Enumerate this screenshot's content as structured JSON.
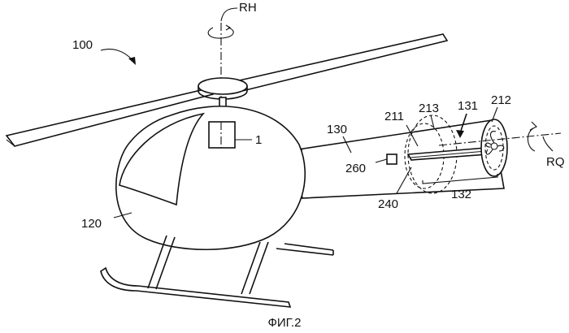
{
  "figure": {
    "caption": "ФИГ.2",
    "labels": {
      "helicopter": "100",
      "main_rotor_axis": "RH",
      "tail_rotor_axis": "RQ",
      "fuselage": "120",
      "tail_boom": "130",
      "tail_cone_section": "131",
      "section_132": "132",
      "component_1": "1",
      "part_211": "211",
      "part_212": "212",
      "part_213": "213",
      "part_240": "240",
      "part_260": "260"
    }
  }
}
